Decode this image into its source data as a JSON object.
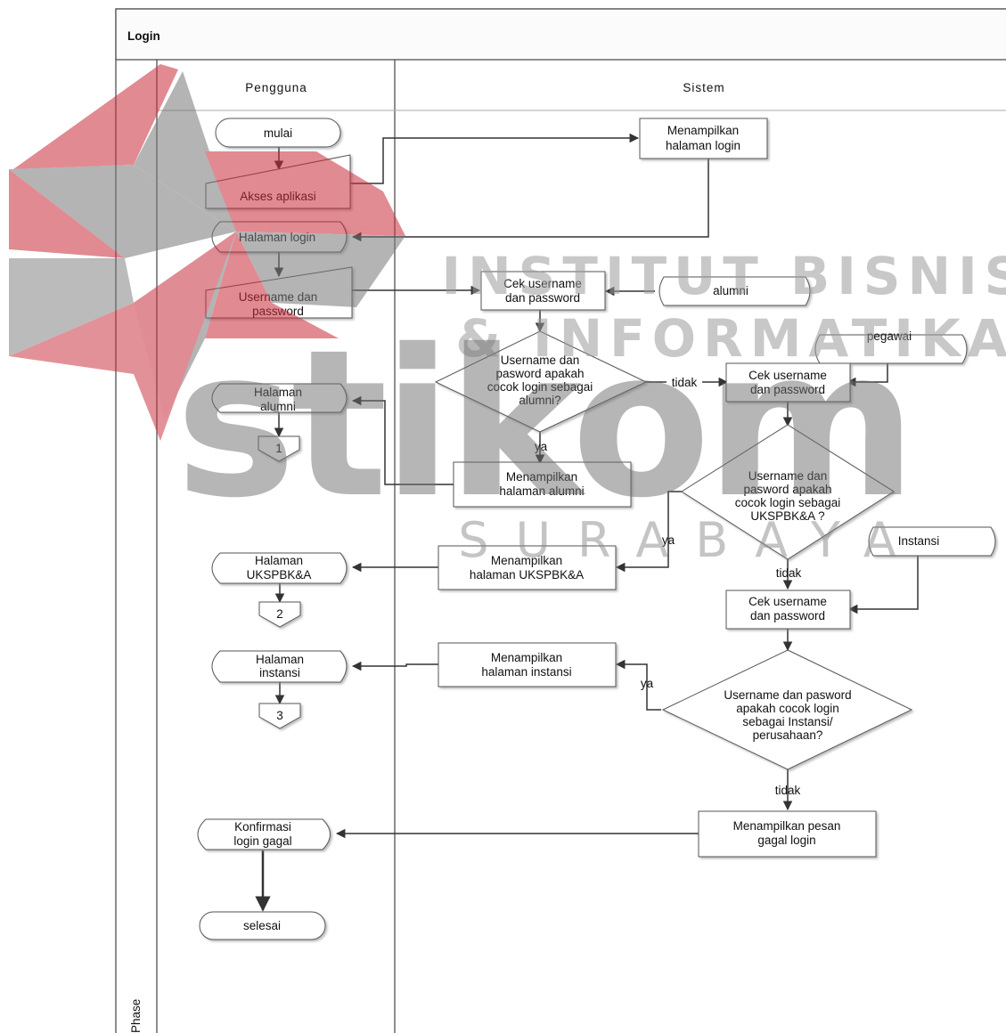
{
  "diagram": {
    "title": "Login",
    "lanes": {
      "left": "Pengguna",
      "right": "Sistem"
    },
    "phase_label": "Phase",
    "nodes": {
      "mulai": "mulai",
      "akses": "Akses aplikasi",
      "halaman_login": "Halaman login",
      "menampilkan_login": [
        "Menampilkan",
        "halaman login"
      ],
      "username_input": [
        "Username dan",
        "password"
      ],
      "cek1": [
        "Cek username",
        "dan password"
      ],
      "alumni_db": "alumni",
      "dec1": [
        "Username dan",
        "pasword apakah",
        "cocok login sebagai",
        "alumni?"
      ],
      "pegawai_db": "pegawai",
      "cek2": [
        "Cek username",
        "dan password"
      ],
      "halaman_alumni": [
        "Halaman",
        "alumni"
      ],
      "conn1": "1",
      "menampilkan_alumni": [
        "Menampilkan",
        "halaman alumni"
      ],
      "dec2": [
        "Username dan",
        "pasword apakah",
        "cocok login sebagai",
        "UKSPBK&A ?"
      ],
      "instansi_db": "Instansi",
      "halaman_ukspbk": [
        "Halaman",
        "UKSPBK&A"
      ],
      "menampilkan_ukspbk": [
        "Menampilkan",
        "halaman UKSPBK&A"
      ],
      "conn2": "2",
      "cek3": [
        "Cek username",
        "dan password"
      ],
      "halaman_instansi": [
        "Halaman",
        "instansi"
      ],
      "menampilkan_instansi": [
        "Menampilkan",
        "halaman instansi"
      ],
      "conn3": "3",
      "dec3": [
        "Username dan pasword",
        "apakah cocok login",
        "sebagai Instansi/",
        "perusahaan?"
      ],
      "konfirmasi": [
        "Konfirmasi",
        "login gagal"
      ],
      "pesan_gagal": [
        "Menampilkan pesan",
        "gagal login"
      ],
      "selesai": "selesai"
    },
    "edge_labels": {
      "tidak1": "tidak",
      "ya1": "ya",
      "ya2": "ya",
      "tidak2": "tidak",
      "ya3": "ya",
      "tidak3": "tidak"
    }
  },
  "watermark": {
    "line1": "INSTITUT BISNIS",
    "line2": "& INFORMATIKA",
    "brand": "stikom",
    "city": "SURABAYA"
  }
}
